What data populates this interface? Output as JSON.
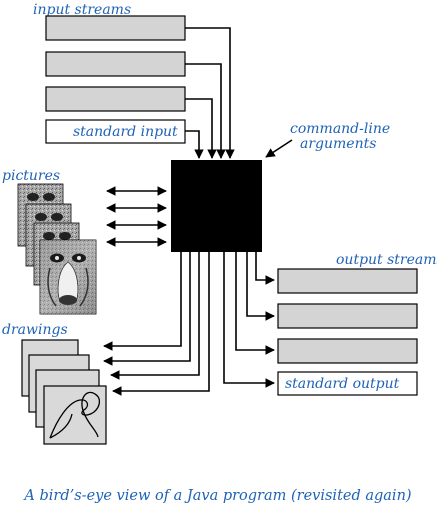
{
  "labels": {
    "input_streams": "input streams",
    "standard_input": "standard input",
    "command_line_1": "command-line",
    "command_line_2": "arguments",
    "pictures": "pictures",
    "output_streams": "output streams",
    "drawings": "drawings",
    "standard_output": "standard output"
  },
  "caption": "A bird’s-eye view of a Java program (revisited again)",
  "colors": {
    "text_accent": "#1f63b6",
    "program_box": "#000000",
    "stream_fill": "#d4d4d4"
  },
  "icons": {
    "pictures": "mandrill-photo-stack",
    "drawings": "curve-drawing-stack"
  }
}
